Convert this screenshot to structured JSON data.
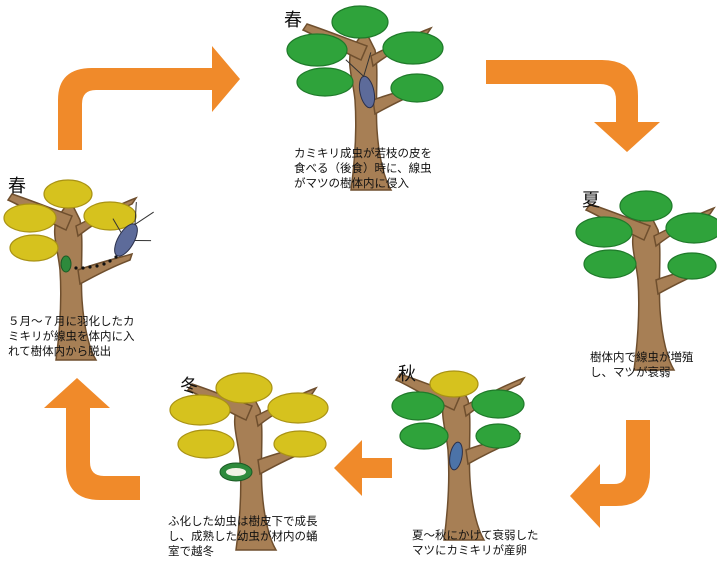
{
  "colors": {
    "arrow": "#F08A2A",
    "foliage_green": "#2FA33B",
    "foliage_dark": "#1F7A2A",
    "foliage_yellow": "#D6C21E",
    "foliage_yellow_dark": "#A99214",
    "trunk": "#A77F55",
    "trunk_dark": "#6F4F2E"
  },
  "stages": {
    "spring_top": {
      "season": "春",
      "lines": [
        "カミキリ成虫が若枝の皮を",
        "食べる（後食）時に、線虫",
        "がマツの樹体内に侵入"
      ]
    },
    "summer": {
      "season": "夏",
      "lines": [
        "樹体内で線虫が増殖",
        "し、マツが衰弱"
      ]
    },
    "autumn": {
      "season": "秋",
      "lines": [
        "夏～秋にかけて衰弱した",
        "マツにカミキリが産卵"
      ]
    },
    "winter": {
      "season": "冬",
      "lines": [
        "ふ化した幼虫は樹皮下で成長",
        "し、成熟した幼虫が材内の蛹",
        "室で越冬"
      ]
    },
    "spring_left": {
      "season": "春",
      "lines": [
        "５月～７月に羽化したカ",
        "ミキリが線虫を体内に入",
        "れて樹体内から脱出"
      ]
    }
  },
  "icons": {
    "beetle": "longhorn-beetle-icon",
    "larva": "larva-icon",
    "nematode_trail": "nematode-trail-icon"
  }
}
